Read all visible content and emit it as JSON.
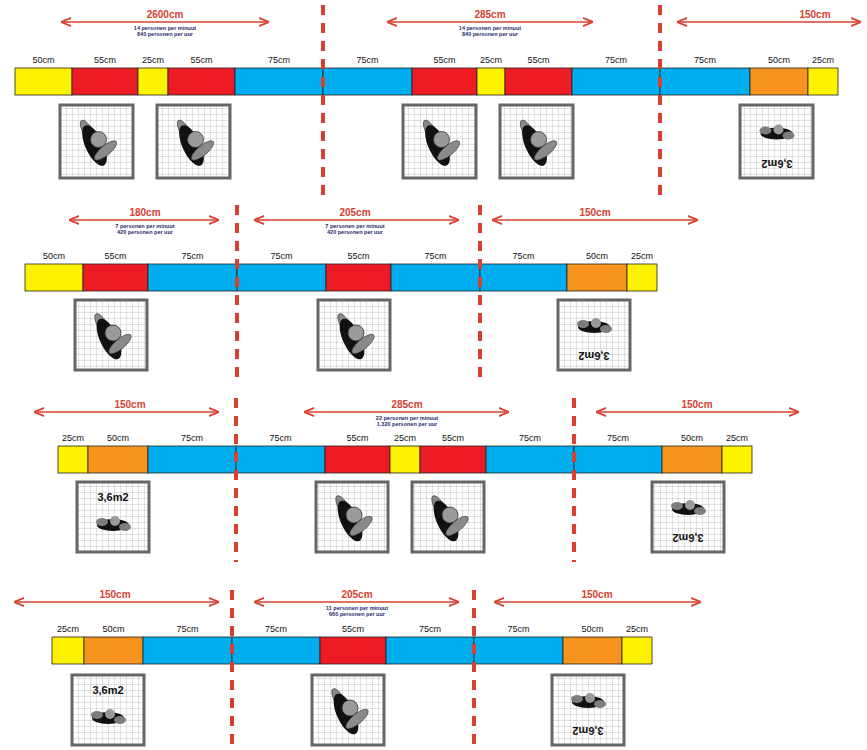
{
  "diagram": {
    "labels": [
      "2600cm",
      "14 personen per minuut",
      "840 personen per uur",
      "285cm",
      "14 personen per minuut",
      "840 personen per uur",
      "150cm",
      "50cm",
      "55cm",
      "25cm",
      "55cm",
      "75cm",
      "75cm",
      "55cm",
      "25cm",
      "55cm",
      "75cm",
      "75cm",
      "50cm",
      "25cm",
      "3,6m2",
      "180cm",
      "7 personen per minuut",
      "420 personen per uur",
      "205cm",
      "7 personen per minuut",
      "420 personen per uur",
      "150cm",
      "50cm",
      "55cm",
      "75cm",
      "75cm",
      "55cm",
      "75cm",
      "75cm",
      "50cm",
      "25cm",
      "3,6m2",
      "150cm",
      "285cm",
      "22 personen per minuut",
      "1.320 personen per uur",
      "150cm",
      "25cm",
      "50cm",
      "75cm",
      "75cm",
      "55cm",
      "25cm",
      "55cm",
      "75cm",
      "75cm",
      "50cm",
      "25cm",
      "3,6m2",
      "3,6m2",
      "150cm",
      "205cm",
      "11 personen per minuut",
      "660 personen per uur",
      "150cm",
      "25cm",
      "50cm",
      "75cm",
      "75cm",
      "55cm",
      "75cm",
      "75cm",
      "50cm",
      "25cm",
      "3,6m2",
      "3,6m2"
    ]
  }
}
